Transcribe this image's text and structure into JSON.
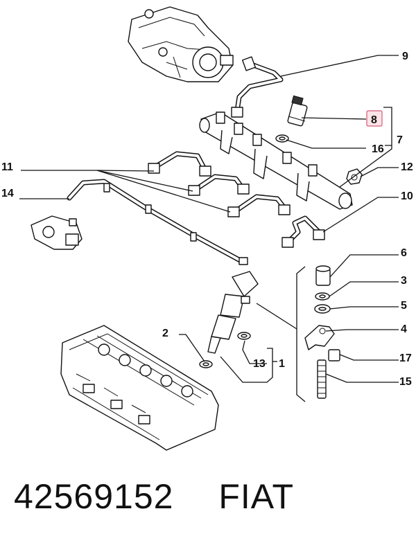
{
  "callouts": {
    "c1": "1",
    "c2": "2",
    "c3": "3",
    "c4": "4",
    "c5": "5",
    "c6": "6",
    "c7": "7",
    "c8": "8",
    "c9": "9",
    "c10": "10",
    "c11": "11",
    "c12": "12",
    "c13": "13",
    "c14": "14",
    "c15": "15",
    "c16": "16",
    "c17": "17"
  },
  "highlighted_callout": "8",
  "colors": {
    "highlight_fill": "#fce4e8",
    "highlight_stroke": "#d35a78",
    "ink": "#111111"
  },
  "footer": {
    "part_number": "42569152",
    "brand": "FIAT"
  }
}
